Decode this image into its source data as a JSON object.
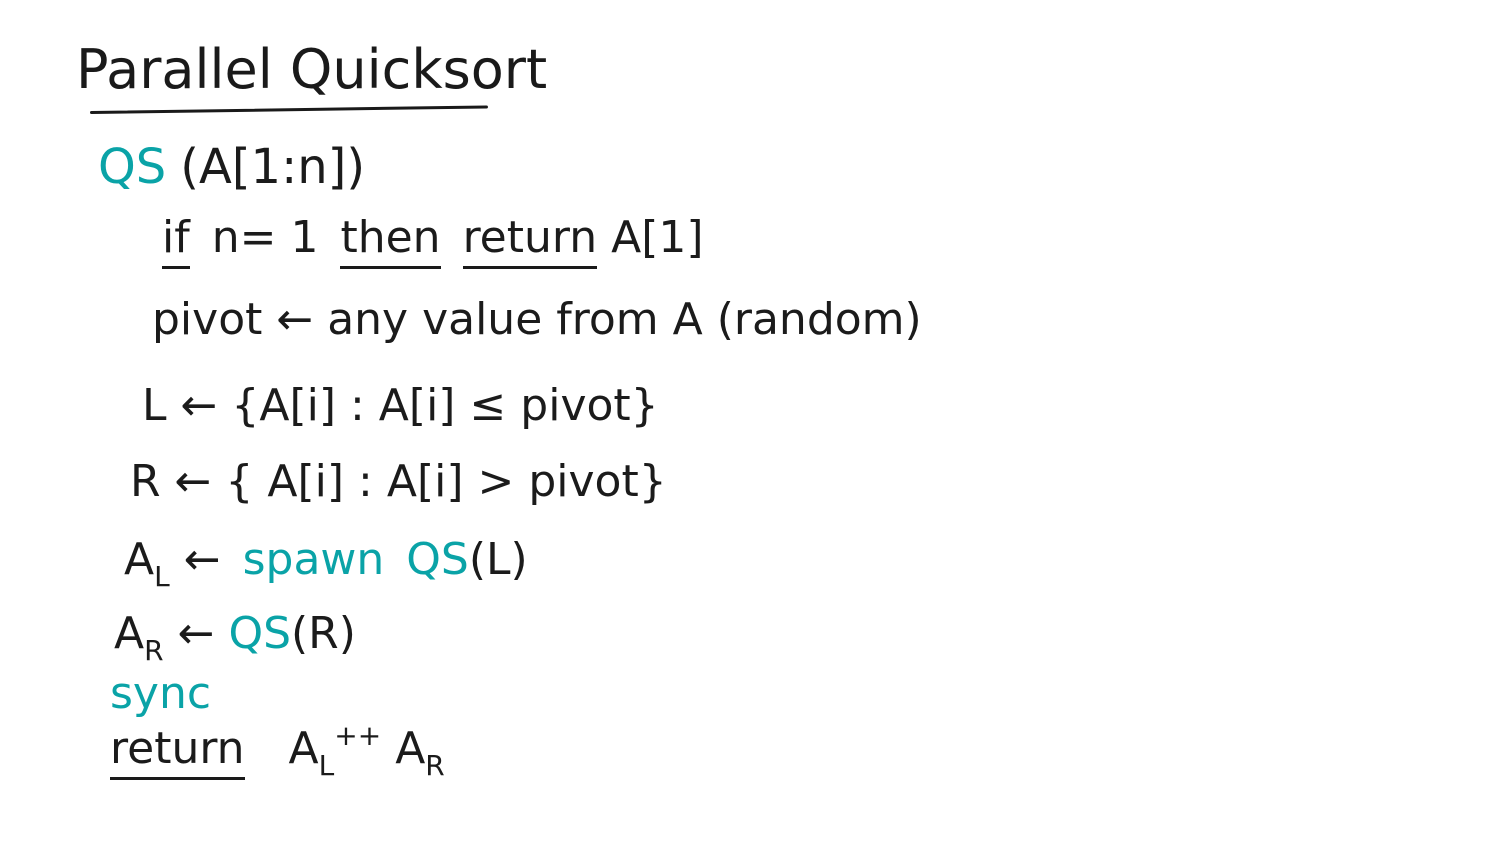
{
  "title": "Parallel Quicksort",
  "lines": {
    "signature": {
      "fn": "QS",
      "args": "(A[1:n])"
    },
    "base_case": {
      "if": "if",
      "cond": "n= 1",
      "then": "then",
      "ret": "return",
      "val": "A[1]"
    },
    "pivot": {
      "text": "pivot ← any value from A (random)"
    },
    "left": {
      "text": "L ← {A[i] : A[i] ≤ pivot}"
    },
    "right": {
      "text": "R ← { A[i] : A[i] > pivot}"
    },
    "spawn": {
      "lhs": "A",
      "lhs_sub": "L",
      "arrow": "←",
      "spawn": "spawn",
      "call": "QS",
      "arg": "(L)"
    },
    "recurse": {
      "lhs": "A",
      "lhs_sub": "R",
      "arrow": "←",
      "call": "QS",
      "arg": "(R)"
    },
    "sync": {
      "text": "sync"
    },
    "ret": {
      "kw": "return",
      "a": "A",
      "a_sub": "L",
      "op": "++",
      "b": "A",
      "b_sub": "R"
    }
  },
  "colors": {
    "ink": "#1a1a1a",
    "keyword": "#0aa3a7"
  }
}
